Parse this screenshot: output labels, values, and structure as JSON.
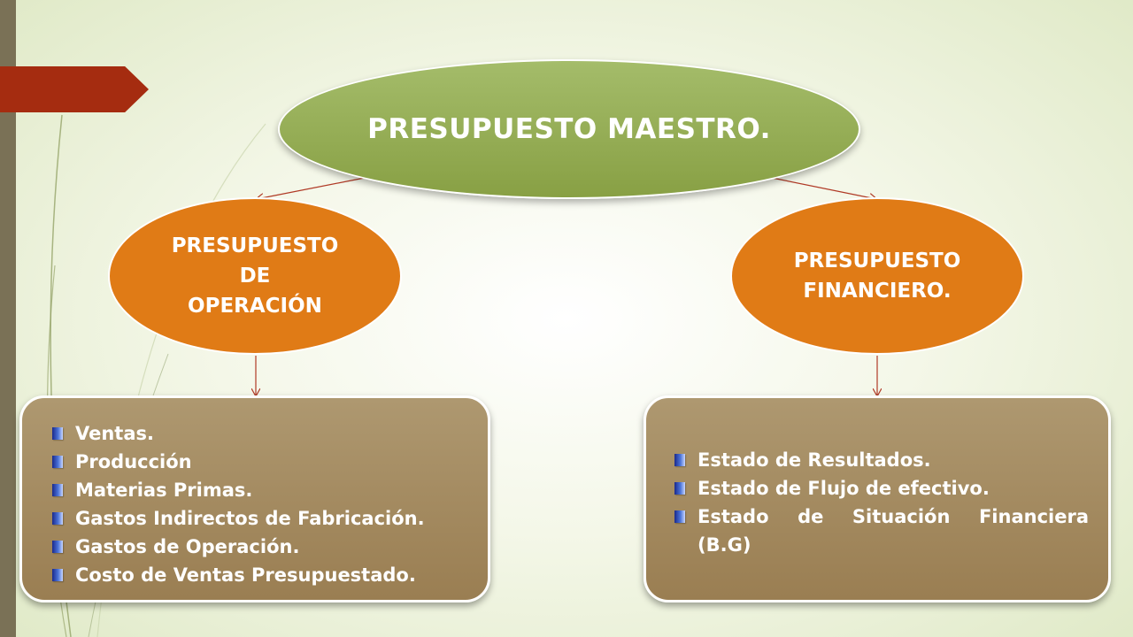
{
  "diagram": {
    "root": {
      "label": "PRESUPUESTO MAESTRO."
    },
    "operacion": {
      "label_lines": [
        "PRESUPUESTO",
        "DE",
        "OPERACIÓN"
      ],
      "items": [
        "Ventas.",
        "Producción",
        "Materias Primas.",
        "Gastos Indirectos de Fabricación.",
        "Gastos de Operación.",
        "Costo de Ventas Presupuestado."
      ]
    },
    "financiero": {
      "label_lines": [
        "PRESUPUESTO",
        "FINANCIERO."
      ],
      "items": [
        "Estado de Resultados.",
        "Estado de Flujo de efectivo.",
        "Estado de Situación Financiera",
        "(B.G)"
      ]
    }
  },
  "colors": {
    "root_fill": "#96ae55",
    "branch_fill": "#e07b16",
    "box_fill": "#a68b60",
    "arrow": "#b03a26",
    "accent_bar": "#7a7156",
    "accent_tab": "#a52c10"
  }
}
